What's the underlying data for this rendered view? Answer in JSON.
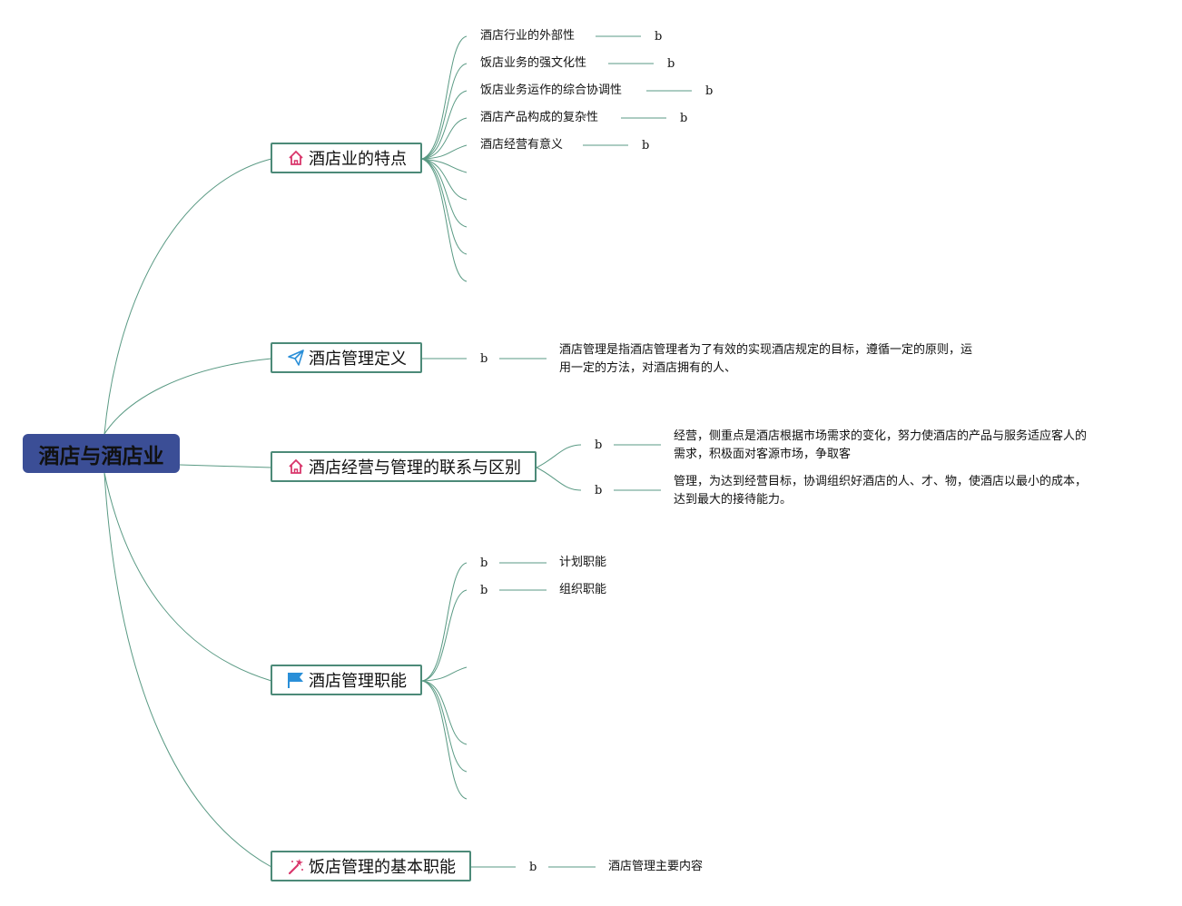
{
  "root": {
    "label": "酒店与酒店业",
    "color": "#3b4e96"
  },
  "branches": [
    {
      "label": "酒店业的特点",
      "icon": "house-icon",
      "children": [
        {
          "label": "酒店行业的外部性",
          "tag": "b"
        },
        {
          "label": "饭店业务的强文化性",
          "tag": "b"
        },
        {
          "label": "饭店业务运作的综合协调性",
          "tag": "b"
        },
        {
          "label": "酒店产品构成的复杂性",
          "tag": "b"
        },
        {
          "label": "酒店经营有意义",
          "tag": "b"
        }
      ]
    },
    {
      "label": "酒店管理定义",
      "icon": "paper-plane-icon",
      "tag": "b",
      "desc_line1": "酒店管理是指酒店管理者为了有效的实现酒店规定的目标，遵循一定的原则，运",
      "desc_line2": "用一定的方法，对酒店拥有的人、"
    },
    {
      "label": "酒店经营与管理的联系与区别",
      "icon": "house-icon",
      "children": [
        {
          "tag": "b",
          "line1": "经营，侧重点是酒店根据市场需求的变化，努力使酒店的产品与服务适应客人的",
          "line2": "需求，积极面对客源市场，争取客"
        },
        {
          "tag": "b",
          "line1": "管理，为达到经营目标，协调组织好酒店的人、才、物，使酒店以最小的成本，",
          "line2": "达到最大的接待能力。"
        }
      ]
    },
    {
      "label": "酒店管理职能",
      "icon": "flag-icon",
      "children": [
        {
          "tag": "b",
          "label": "计划职能"
        },
        {
          "tag": "b",
          "label": "组织职能"
        }
      ]
    },
    {
      "label": "饭店管理的基本职能",
      "icon": "magic-wand-icon",
      "tag": "b",
      "leaf": "酒店管理主要内容"
    }
  ],
  "colors": {
    "connector": "#5a9a84",
    "border": "#4c8a78",
    "icon_red": "#d9366b",
    "icon_blue": "#2a8fd8"
  }
}
